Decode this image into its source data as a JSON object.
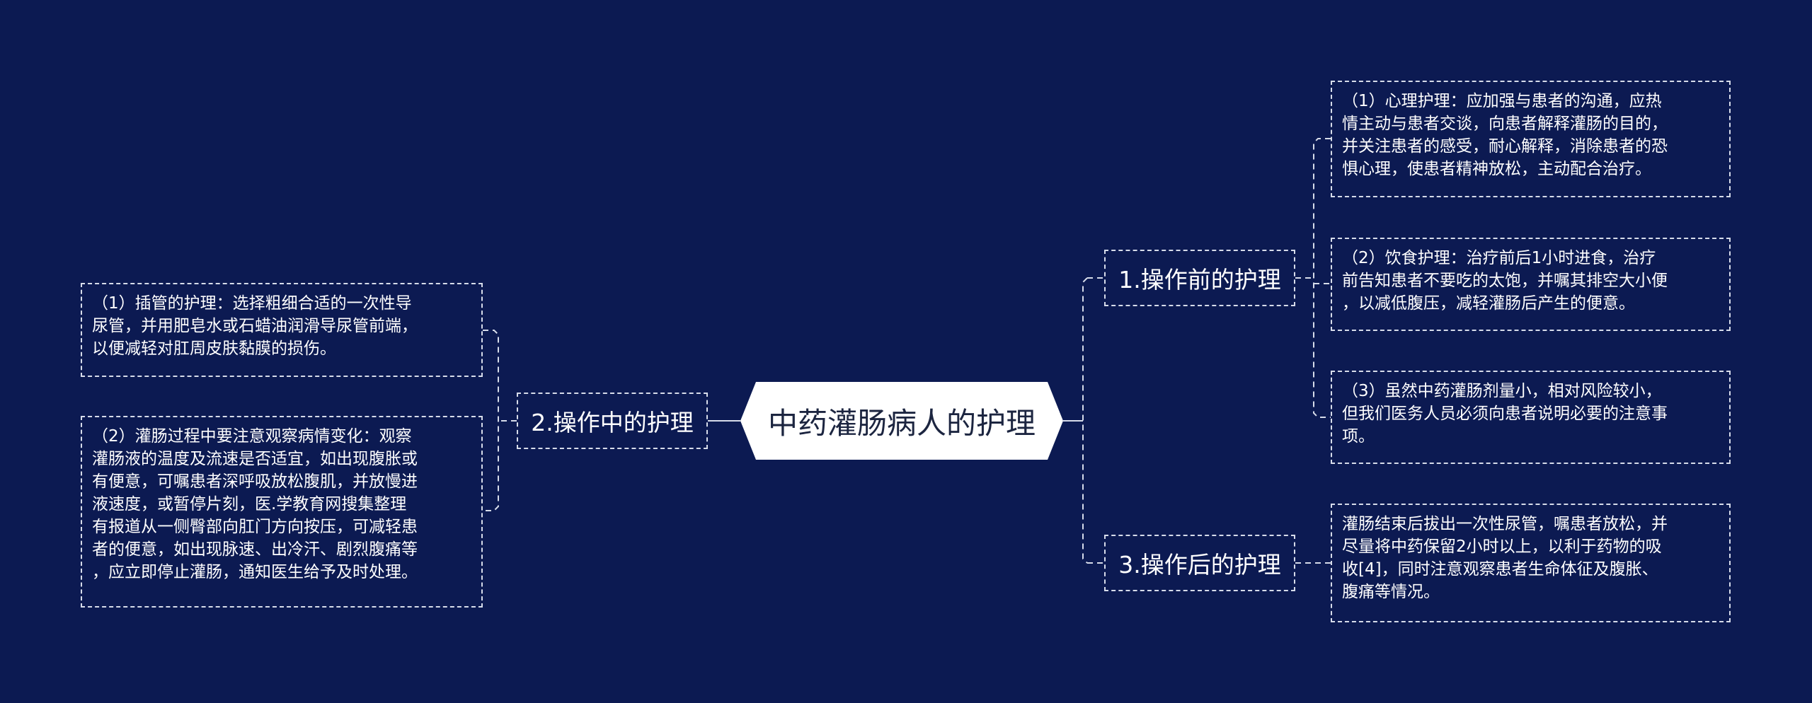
{
  "root": {
    "label": "中药灌肠病人的护理"
  },
  "branches": [
    {
      "label": "1.操作前的护理"
    },
    {
      "label": "2.操作中的护理"
    },
    {
      "label": "3.操作后的护理"
    }
  ],
  "leaves": {
    "b1_1": "（1）心理护理：应加强与患者的沟通，应热\n情主动与患者交谈，向患者解释灌肠的目的，\n并关注患者的感受，耐心解释，消除患者的恐\n惧心理，使患者精神放松，主动配合治疗。",
    "b1_2": "（2）饮食护理：治疗前后1小时进食，治疗\n前告知患者不要吃的太饱，并嘱其排空大小便\n，以减低腹压，减轻灌肠后产生的便意。",
    "b1_3": "（3）虽然中药灌肠剂量小，相对风险较小，\n但我们医务人员必须向患者说明必要的注意事\n项。",
    "b2_1": "（1）插管的护理：选择粗细合适的一次性导\n尿管，并用肥皂水或石蜡油润滑导尿管前端，\n以便减轻对肛周皮肤黏膜的损伤。",
    "b2_2": "（2）灌肠过程中要注意观察病情变化：观察\n灌肠液的温度及流速是否适宜，如出现腹胀或\n有便意，可嘱患者深呼吸放松腹肌，并放慢进\n液速度，或暂停片刻，医.学教育网搜集整理\n有报道从一侧臀部向肛门方向按压，可减轻患\n者的便意，如出现脉速、出冷汗、剧烈腹痛等\n，应立即停止灌肠，通知医生给予及时处理。",
    "b3_1": "灌肠结束后拔出一次性尿管，嘱患者放松，并\n尽量将中药保留2小时以上，以利于药物的吸\n收[4]，同时注意观察患者生命体征及腹胀、\n腹痛等情况。"
  },
  "colors": {
    "background": "#0c1a52",
    "node_fill": "#ffffff",
    "line": "#d7dcea",
    "text": "#ffffff",
    "root_text": "#1c2540"
  }
}
